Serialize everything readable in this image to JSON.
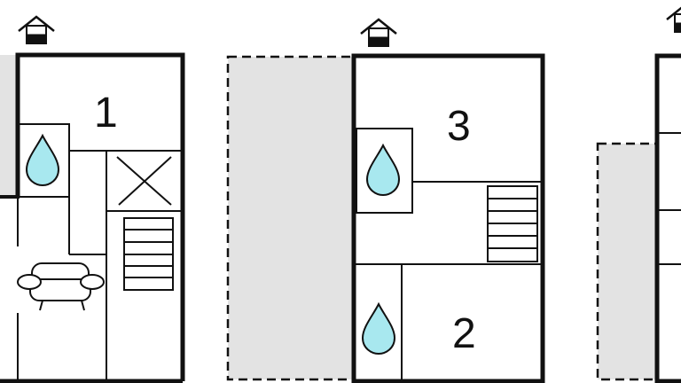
{
  "plans": [
    {
      "room_label": "1"
    },
    {
      "room_label_top": "3",
      "room_label_bottom": "2"
    },
    {}
  ],
  "colors": {
    "wall": "#111111",
    "water": "#a8e8ef",
    "shade": "#e3e3e3"
  },
  "icons": [
    "house-entrance-icon",
    "water-drop-icon",
    "stairs-icon",
    "sofa-icon",
    "void-cross-icon"
  ]
}
